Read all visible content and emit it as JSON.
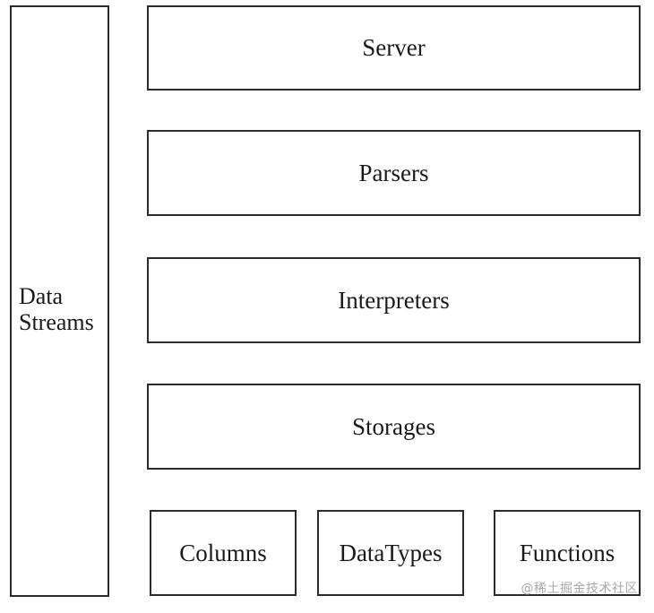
{
  "diagram": {
    "side": {
      "label_line1": "Data",
      "label_line2": "Streams"
    },
    "layers": {
      "server": "Server",
      "parsers": "Parsers",
      "interpreters": "Interpreters",
      "storages": "Storages"
    },
    "bottom": {
      "columns": "Columns",
      "datatypes": "DataTypes",
      "functions": "Functions"
    }
  },
  "watermark": "@稀土掘金技术社区"
}
